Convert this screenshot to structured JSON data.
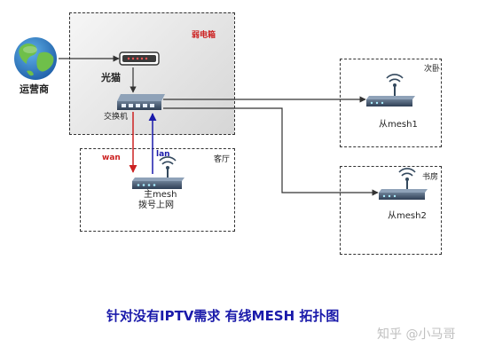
{
  "diagram": {
    "title": "针对没有IPTV需求 有线MESH 拓扑图",
    "watermark": "知乎 @小马哥",
    "nodes": {
      "isp": {
        "label": "运营商",
        "icon": "globe-icon"
      },
      "modem": {
        "label": "光猫",
        "icon": "optical-modem-icon"
      },
      "switch": {
        "label": "交换机",
        "icon": "network-switch-icon"
      },
      "main_mesh": {
        "label_line1": "主mesh",
        "label_line2": "拨号上网",
        "icon": "mesh-router-icon"
      },
      "sub_mesh_1": {
        "label": "从mesh1",
        "icon": "mesh-router-icon"
      },
      "sub_mesh_2": {
        "label": "从mesh2",
        "icon": "mesh-router-icon"
      }
    },
    "zones": {
      "weak_box": "弱电箱",
      "living_room": "客厅",
      "bedroom": "次卧",
      "study": "书房"
    },
    "links": {
      "wan": "wan",
      "lan": "lan"
    },
    "colors": {
      "wan": "#cc2222",
      "lan": "#1a1aaa",
      "zone_label_red": "#cc2222",
      "title": "#1a1aaa",
      "weak_box_fill": "#d9d9d9",
      "line": "#333333"
    }
  }
}
